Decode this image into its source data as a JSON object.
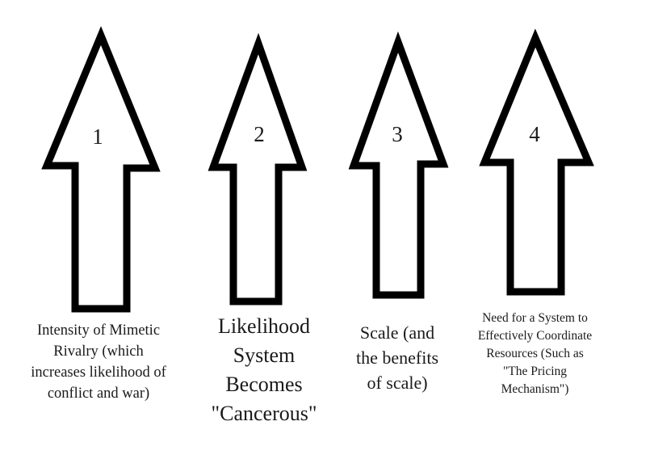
{
  "arrows": [
    {
      "number": "1",
      "caption": [
        "Intensity of Mimetic",
        "Rivalry (which",
        "increases likelihood of",
        "conflict and war)"
      ]
    },
    {
      "number": "2",
      "caption": [
        "Likelihood",
        "System",
        "Becomes",
        "\"Cancerous\""
      ]
    },
    {
      "number": "3",
      "caption": [
        "Scale (and",
        "the benefits",
        "of scale)"
      ]
    },
    {
      "number": "4",
      "caption": [
        "Need for a System to",
        "Effectively Coordinate",
        "Resources (Such as",
        "\"The Pricing",
        "Mechanism\")"
      ]
    }
  ]
}
